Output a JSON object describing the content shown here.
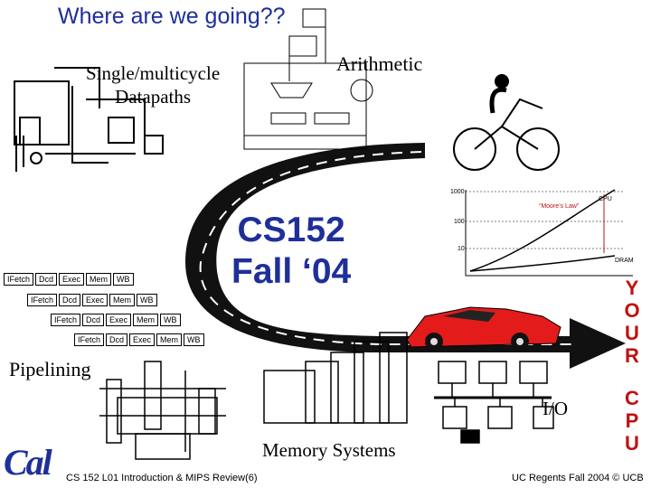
{
  "slide": {
    "title": "Where are we going??",
    "datapaths_label_line1": "Single/multicycle",
    "datapaths_label_line2": "Datapaths",
    "arithmetic_label": "Arithmetic",
    "course_line1": "CS152",
    "course_line2": "Fall ‘04",
    "pipelining_label": "Pipelining",
    "io_label": "I/O",
    "memory_label": "Memory Systems",
    "your_letters": [
      "Y",
      "O",
      "U",
      "R"
    ],
    "cpu_letters": [
      "C",
      "P",
      "U"
    ],
    "footer_left": "CS 152 L01 Introduction & MIPS Review(6)",
    "footer_right": "UC Regents Fall 2004 © UCB",
    "logo_text": "Cal"
  },
  "pipeline": {
    "stages": [
      "IFetch",
      "Dcd",
      "Exec",
      "Mem",
      "WB"
    ]
  },
  "graph": {
    "y_ticks": [
      "1000",
      "100",
      "10"
    ],
    "label_top": "“Moore’s Law”",
    "label_cpu": "CPU",
    "label_dram": "DRAM"
  },
  "colors": {
    "title": "#1f2f9a",
    "accent_red": "#c01010",
    "road": "#111111",
    "car": "#e31b1b"
  }
}
